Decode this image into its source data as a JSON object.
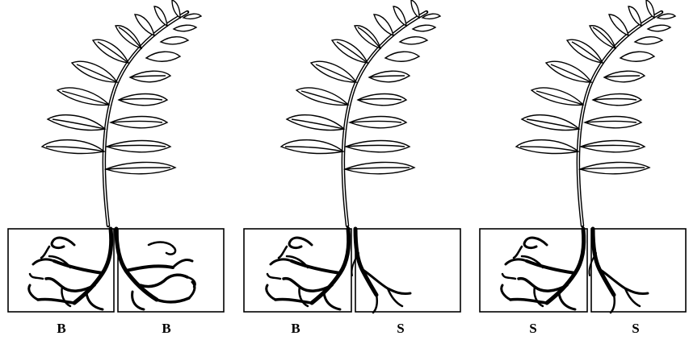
{
  "panels": [
    {
      "left_label": "B",
      "right_label": "B",
      "left_roots": "branched",
      "right_roots": "branched"
    },
    {
      "left_label": "B",
      "right_label": "S",
      "left_roots": "branched",
      "right_roots": "sparse"
    },
    {
      "left_label": "S",
      "right_label": "S",
      "left_roots": "branched",
      "right_roots": "sparse"
    }
  ],
  "colors": {
    "ink": "#000000",
    "background": "#ffffff"
  }
}
